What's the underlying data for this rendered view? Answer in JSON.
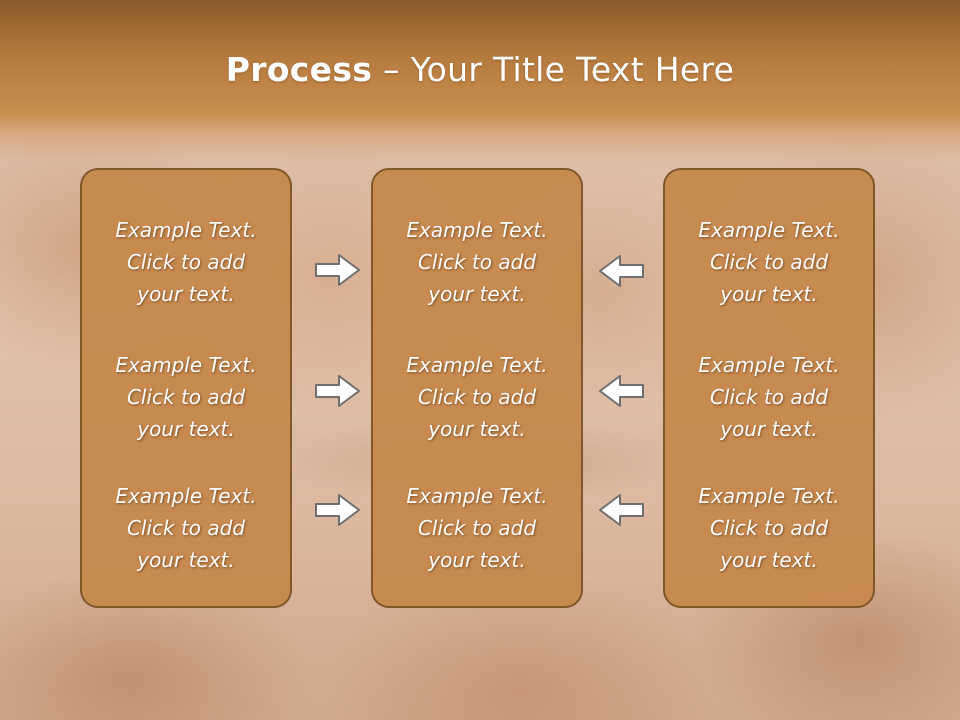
{
  "title": {
    "bold": "Process",
    "rest": " – Your Title Text Here"
  },
  "columns": [
    {
      "items": [
        [
          "Example Text.",
          "Click  to add",
          "your text."
        ],
        [
          "Example Text.",
          "Click  to add",
          "your text."
        ],
        [
          "Example Text.",
          "Click  to add",
          "your text."
        ]
      ]
    },
    {
      "items": [
        [
          "Example Text.",
          "Click  to add",
          "your text."
        ],
        [
          "Example Text.",
          "Click  to add",
          "your text."
        ],
        [
          "Example Text.",
          "Click  to add",
          "your text."
        ]
      ]
    },
    {
      "items": [
        [
          "Example Text.",
          "Click  to add",
          "your text."
        ],
        [
          "Example Text.",
          "Click  to add",
          "your text."
        ],
        [
          "Example Text.",
          "Click  to add",
          "your text."
        ]
      ]
    }
  ],
  "arrows": {
    "left_group": "arrow-right-icon",
    "right_group": "arrow-left-icon"
  },
  "colors": {
    "card_fill": "#c7894d",
    "card_border": "#7d5425",
    "header": "#b57a3e"
  }
}
